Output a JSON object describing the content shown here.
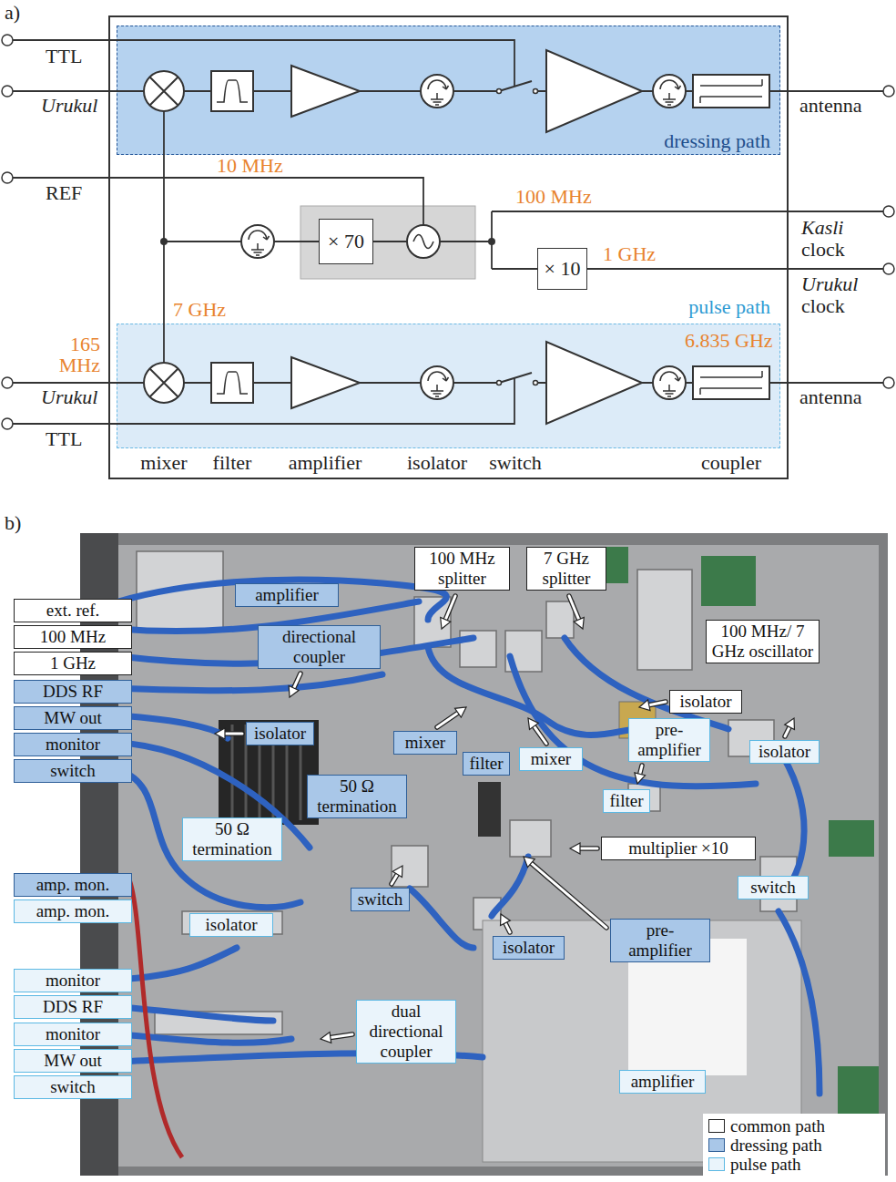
{
  "diagram": {
    "nodes": [
      {
        "text": [
          "dressing path"
        ]
      },
      {
        "text": [
          "× 70"
        ]
      },
      {
        "text": [
          "× 10"
        ]
      },
      {
        "text": [
          "pulse path"
        ]
      },
      {
        "text": [
          "100 MHz splitter"
        ]
      },
      {
        "text": [
          "7 GHz splitter"
        ]
      },
      {
        "text": [
          "amplifier"
        ]
      },
      {
        "text": [
          "ext. ref."
        ]
      },
      {
        "text": [
          "100 MHz/ 7 GHz oscillator"
        ]
      },
      {
        "text": [
          "100 MHz"
        ]
      },
      {
        "text": [
          "directional coupler"
        ]
      },
      {
        "text": [
          "1 GHz"
        ]
      },
      {
        "text": [
          "DDS RF"
        ]
      },
      {
        "text": [
          "isolator"
        ]
      },
      {
        "text": [
          "MW out"
        ]
      },
      {
        "text": [
          "pre- amplifier"
        ]
      },
      {
        "text": [
          "isolator"
        ]
      },
      {
        "text": [
          "mixer"
        ]
      },
      {
        "text": [
          "monitor"
        ]
      },
      {
        "text": [
          "isolator"
        ]
      },
      {
        "text": [
          "mixer"
        ]
      },
      {
        "text": [
          "filter"
        ]
      },
      {
        "text": [
          "switch"
        ]
      },
      {
        "text": [
          "50 Ω termination"
        ]
      },
      {
        "text": [
          "filter"
        ]
      },
      {
        "text": [
          "50 Ω termination"
        ]
      },
      {
        "text": [
          "multiplier ×10"
        ]
      },
      {
        "text": [
          "amp. mon."
        ]
      },
      {
        "text": [
          "switch"
        ]
      },
      {
        "text": [
          "switch"
        ]
      },
      {
        "text": [
          "amp. mon."
        ]
      },
      {
        "text": [
          "isolator"
        ]
      },
      {
        "text": [
          "pre- amplifier"
        ]
      },
      {
        "text": [
          "isolator"
        ]
      },
      {
        "text": [
          "monitor"
        ]
      },
      {
        "text": [
          "DDS RF"
        ]
      },
      {
        "text": [
          "dual directional coupler"
        ]
      },
      {
        "text": [
          "monitor"
        ]
      },
      {
        "text": [
          "MW out"
        ]
      },
      {
        "text": [
          "amplifier"
        ]
      },
      {
        "text": [
          "switch"
        ]
      }
    ],
    "labels": [
      "a)",
      "TTL",
      "Urukul",
      "antenna",
      "10 MHz",
      "REF",
      "100 MHz",
      "Kasli",
      "clock",
      "1 GHz",
      "Urukul",
      "clock",
      "7 GHz",
      "165 MHz",
      "Urukul",
      "antenna",
      "TTL",
      "6.835 GHz",
      "mixer",
      "filter",
      "amplifier",
      "isolator",
      "switch",
      "coupler",
      "b)"
    ],
    "legend": [
      {
        "text": "common path",
        "color": "#ffffff"
      },
      {
        "text": "dressing path",
        "color": "#a9c7e8"
      },
      {
        "text": "pulse path",
        "color": "#eaf4fb"
      }
    ]
  }
}
